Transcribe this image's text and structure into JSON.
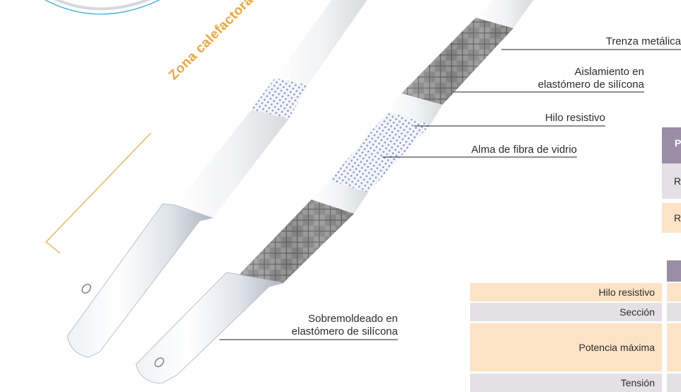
{
  "diagram": {
    "heating_zone_label": "Zona calefactora",
    "callouts": {
      "braid": "Trenza metálica",
      "insulation_line1": "Aislamiento en",
      "insulation_line2": "elastómero de silícona",
      "wire": "Hilo resistivo",
      "core": "Alma de fibra de vidrio",
      "overmold_line1": "Sobremoldeado en",
      "overmold_line2": "elastómero de silícona"
    }
  },
  "table_top": {
    "header_fragment": "P",
    "rows": [
      {
        "text": "R",
        "color": "#e4e1e6"
      },
      {
        "text": "R",
        "color": "#fde3c6"
      }
    ]
  },
  "table_bottom": {
    "rows": [
      {
        "label": "Hilo resistivo",
        "color": "#fde3c6"
      },
      {
        "label": "Sección",
        "color": "#e4e1e6"
      },
      {
        "label": "Potencia máxima",
        "color": "#fde3c6"
      },
      {
        "label": "Tensión",
        "color": "#e4e1e6"
      }
    ]
  },
  "colors": {
    "accent_orange": "#f2a33a",
    "header_purple": "#9b8da6",
    "circle_blue": "#3aa7d6"
  }
}
